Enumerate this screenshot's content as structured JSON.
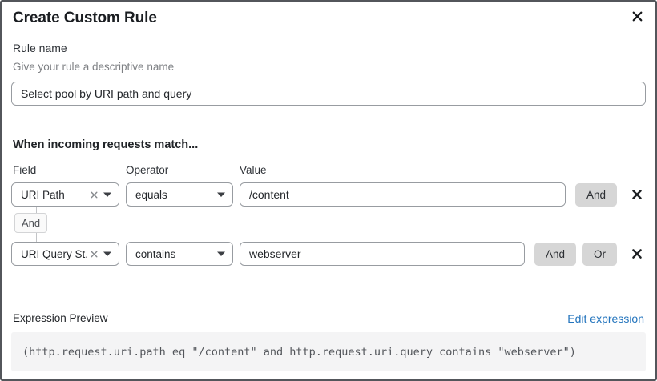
{
  "dialog": {
    "title": "Create Custom Rule"
  },
  "icons": {
    "close": "x-close",
    "clear": "x-clear-small",
    "caret": "chevron-down-filled",
    "remove": "x-remove"
  },
  "colors": {
    "link_blue": "#2374bd",
    "logic_button_bg": "#d6d6d6",
    "code_background": "#f4f4f5"
  },
  "rule_name": {
    "label": "Rule name",
    "hint": "Give your rule a descriptive name",
    "value": "Select pool by URI path and query"
  },
  "match_section": {
    "heading": "When incoming requests match...",
    "columns": {
      "field": "Field",
      "operator": "Operator",
      "value": "Value"
    },
    "connector_label": "And",
    "rows": [
      {
        "field": "URI Path",
        "operator": "equals",
        "value": "/content",
        "buttons": [
          "And"
        ]
      },
      {
        "field": "URI Query St...",
        "operator": "contains",
        "value": "webserver",
        "buttons": [
          "And",
          "Or"
        ]
      }
    ]
  },
  "expression_preview": {
    "label": "Expression Preview",
    "edit_link": "Edit expression",
    "expression": "(http.request.uri.path eq \"/content\" and http.request.uri.query contains \"webserver\")"
  }
}
